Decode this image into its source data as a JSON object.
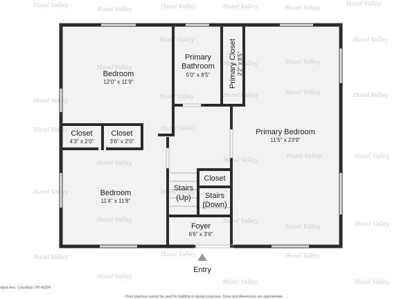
{
  "plan": {
    "rooms": {
      "bedroom_1": {
        "name": "Bedroom",
        "dims": "12'0\" x 11'9\""
      },
      "primary_bathroom": {
        "name_line1": "Primary",
        "name_line2": "Bathroom",
        "dims": "5'0\" x 8'5\""
      },
      "primary_closet": {
        "name": "Primary Closet",
        "dims": "2'2\" x 8'5\""
      },
      "closet_1": {
        "name": "Closet",
        "dims": "4'3\" x 2'0\""
      },
      "closet_2": {
        "name": "Closet",
        "dims": "3'6\" x 2'0\""
      },
      "primary_bedroom": {
        "name": "Primary Bedroom",
        "dims": "11'5\" x 23'9\""
      },
      "bedroom_2": {
        "name": "Bedroom",
        "dims": "11'4\" x 11'8\""
      },
      "closet_3": {
        "name": "Closet"
      },
      "stairs_up": {
        "name_line1": "Stairs",
        "name_line2": "(Up)"
      },
      "stairs_down": {
        "name_line1": "Stairs",
        "name_line2": "(Down)"
      },
      "foyer": {
        "name": "Foyer",
        "dims": "6'6\" x 3'6\""
      }
    },
    "entry_label": "Entry",
    "watermark": "Hazel Valley",
    "footer_left": "npton Ave, Columbus, OH 43204",
    "footer_center": "Floor plan/tour cannot be used for building or design purposes. Sizes and dimensions are approximate."
  },
  "colors": {
    "wall": "#2b2b2b",
    "floor": "#f2f2f2",
    "window": "#9a9a9a",
    "entry_arrow": "#9a9a9a"
  }
}
